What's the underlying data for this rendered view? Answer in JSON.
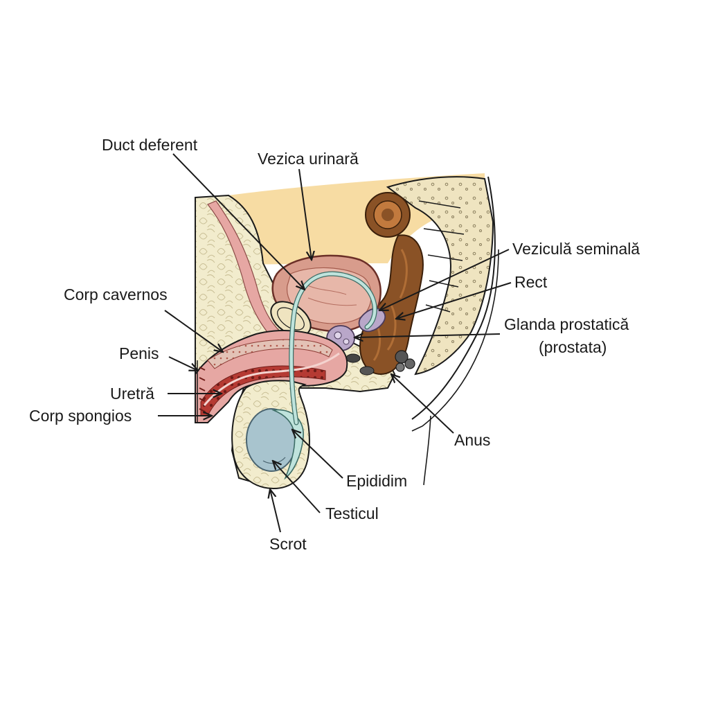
{
  "labels": {
    "duct_deferent": "Duct deferent",
    "vezica_urinara": "Vezica urinară",
    "vezicula_seminala": "Veziculă seminală",
    "rect": "Rect",
    "glanda_prostatica": "Glanda prostatică",
    "glanda_prostatica_alt": "(prostata)",
    "corp_cavernos": "Corp cavernos",
    "penis": "Penis",
    "uretra": "Uretră",
    "corp_spongios": "Corp spongios",
    "anus": "Anus",
    "epididim": "Epididim",
    "testicul": "Testicul",
    "scrot": "Scrot"
  },
  "colors": {
    "fat": "#f2eccd",
    "fat_outline": "#b8b08a",
    "abdomen": "#f7dca3",
    "bladder": "#d89c8c",
    "bladder_dark": "#a35a4c",
    "muscle": "#e6a7a3",
    "rectum": "#8a5226",
    "rectum_light": "#b06e36",
    "duct": "#bfe3dc",
    "testis": "#a8c4ce",
    "penis_red": "#c0463c",
    "prostate": "#b9a7c9",
    "bone": "#efe4c0",
    "line": "#1a1a1a"
  }
}
